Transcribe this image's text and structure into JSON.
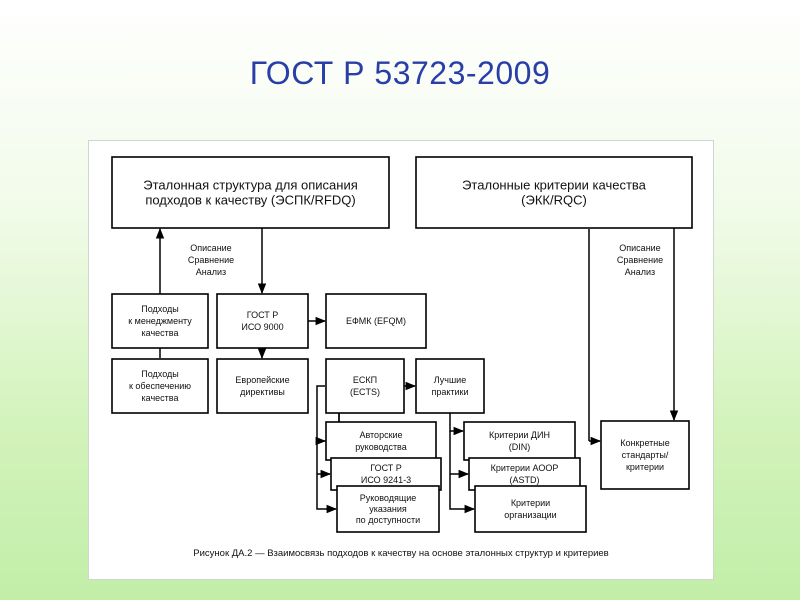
{
  "slide": {
    "title": "ГОСТ Р 53723-2009"
  },
  "diagram": {
    "nodes": {
      "rfdq": [
        "Эталонная структура для описания",
        "подходов к качеству (ЭСПК/RFDQ)"
      ],
      "rqc": [
        "Эталонные критерии качества",
        "(ЭКК/RQC)"
      ],
      "qm": [
        "Подходы",
        "к менеджменту",
        "качества"
      ],
      "iso9000": [
        "ГОСТ Р",
        "ИСО 9000"
      ],
      "efqm": [
        "ЕФМК (EFQM)"
      ],
      "qa": [
        "Подходы",
        "к обеспечению",
        "качества"
      ],
      "eu": [
        "Европейские",
        "директивы"
      ],
      "ects": [
        "ЕСКП",
        "(ECTS)"
      ],
      "best": [
        "Лучшие",
        "практики"
      ],
      "author": [
        "Авторские",
        "руководства"
      ],
      "iso9241": [
        "ГОСТ Р",
        "ИСО 9241-3"
      ],
      "access": [
        "Руководящие",
        "указания",
        "по доступности"
      ],
      "din": [
        "Критерии ДИН",
        "(DIN)"
      ],
      "astd": [
        "Критерии АООР",
        "(ASTD)"
      ],
      "org": [
        "Критерии",
        "организации"
      ],
      "std": [
        "Конкретные",
        "стандарты/",
        "критерии"
      ]
    },
    "labels": {
      "left": [
        "Описание",
        "Сравнение",
        "Анализ"
      ],
      "right": [
        "Описание",
        "Сравнение",
        "Анализ"
      ]
    },
    "caption": "Рисунок ДА.2 — Взаимосвязь подходов к качеству на основе эталонных структур и критериев"
  }
}
